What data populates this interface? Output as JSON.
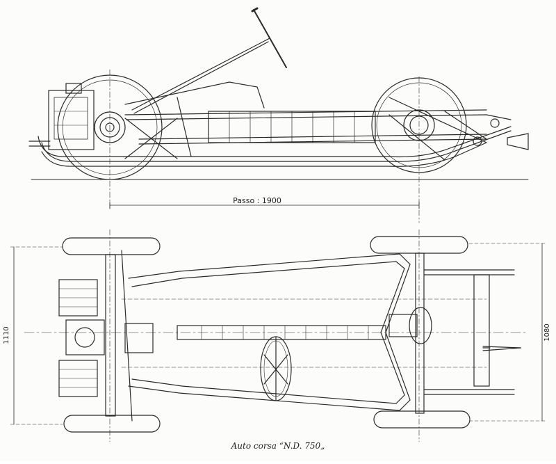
{
  "drawing": {
    "wheelbase_label": "Passo : 1900",
    "track_left_label": "1110",
    "track_right_label": "1080",
    "caption": "Auto corsa “N.D. 750„"
  },
  "colors": {
    "ink": "#2a2a2a",
    "paper": "#fcfcfa"
  }
}
